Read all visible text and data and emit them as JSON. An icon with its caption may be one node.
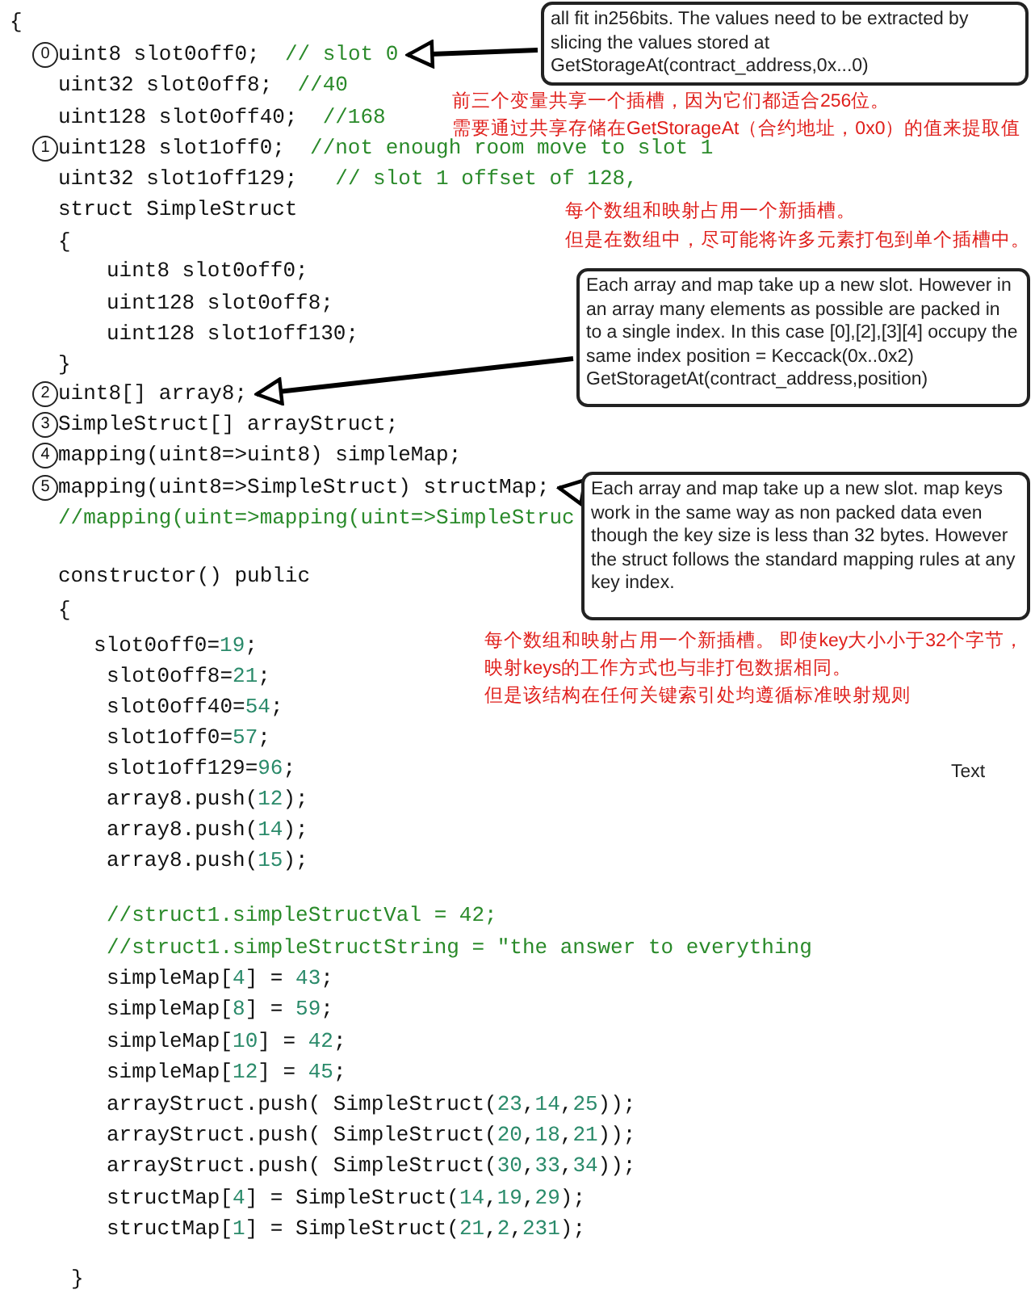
{
  "diagram": {
    "nodes": [
      {
        "text": [
          "all fit in256bits. The values need to be extracted by slicing the values stored at GetStorageAt(contract_address,0x...0)"
        ]
      },
      {
        "text": [
          "uint8 slot0off0;  // slot 0"
        ]
      },
      {
        "text": [
          "Each array and map take up a new slot. However in an array many elements as possible are packed in to a single index. In this case [0],[2],[3][4] occupy the same index position = Keccack(0x..0x2) GetStoragetAt(contract_address,position)"
        ]
      },
      {
        "text": [
          "uint8[] array8;"
        ]
      },
      {
        "text": [
          "mapping(uint8=>SimpleStruct) structMap;"
        ]
      },
      {
        "text": [
          "Each array and map take up a new slot. map keys work in the same way as non packed data even though the key size is less than 32 bytes. However the struct follows the standard mapping rules at any key index."
        ]
      }
    ],
    "edges": [
      {
        "from": 0,
        "to": 1,
        "arrow": "to"
      },
      {
        "from": 2,
        "to": 3,
        "arrow": "to"
      },
      {
        "from": 5,
        "to": 4,
        "arrow": "to"
      }
    ],
    "labels": [
      "{",
      "0",
      "uint32 slot0off8;  //40",
      "uint128 slot0off40;  //168",
      "前三个变量共享一个插槽，因为它们都适合256位。",
      "需要通过共享存储在GetStorageAt（合约地址，0x0）的值来提取值",
      "1",
      "uint128 slot1off0;  //not enough room move to slot 1",
      "uint32 slot1off129;   // slot 1 offset of 128,",
      "struct SimpleStruct",
      "每个数组和映射占用一个新插槽。",
      "但是在数组中，尽可能将许多元素打包到单个插槽中。",
      "{",
      "uint8 slot0off0;",
      "uint128 slot0off8;",
      "uint128 slot1off130;",
      "}",
      "2",
      "3",
      "SimpleStruct[] arrayStruct;",
      "4",
      "mapping(uint8=>uint8) simpleMap;",
      "5",
      "//mapping(uint=>mapping(uint=>SimpleStruc",
      "constructor() public",
      "{",
      "每个数组和映射占用一个新插槽。 即使key大小小于32个字节，",
      "映射keys的工作方式也与非打包数据相同。",
      "但是该结构在任何关键索引处均遵循标准映射规则",
      "slot0off0=19;",
      "slot0off8=21;",
      "slot0off40=54;",
      "slot1off0=57;",
      "slot1off129=96;",
      "Text",
      "array8.push(12);",
      "array8.push(14);",
      "array8.push(15);",
      "//struct1.simpleStructVal = 42;",
      "//struct1.simpleStructString = \"the answer to everything",
      "simpleMap[4] = 43;",
      "simpleMap[8] = 59;",
      "simpleMap[10] = 42;",
      "simpleMap[12] = 45;",
      "arrayStruct.push( SimpleStruct(23,14,25));",
      "arrayStruct.push( SimpleStruct(20,18,21));",
      "arrayStruct.push( SimpleStruct(30,33,34));",
      "structMap[4] = SimpleStruct(14,19,29);",
      "structMap[1] = SimpleStruct(21,2,231);",
      "}"
    ]
  }
}
